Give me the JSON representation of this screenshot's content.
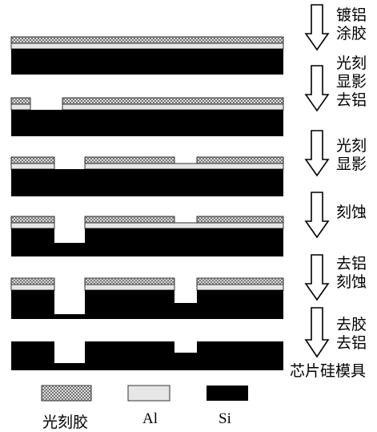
{
  "steps": [
    {
      "label_lines": [
        "镀铝",
        "涂胶"
      ]
    },
    {
      "label_lines": [
        "光刻",
        "显影",
        "去铝"
      ]
    },
    {
      "label_lines": [
        "光刻",
        "显影"
      ]
    },
    {
      "label_lines": [
        "刻蚀"
      ]
    },
    {
      "label_lines": [
        "去铝",
        "刻蚀"
      ]
    },
    {
      "label_lines": [
        "去胶",
        "去铝"
      ]
    }
  ],
  "final_label": "芯片硅模具",
  "legend": {
    "photoresist": "光刻胶",
    "al": "Al",
    "si": "Si"
  },
  "colors": {
    "si": "#000000",
    "al": "#e6e6e6",
    "resist_hatch": "#666666",
    "resist_bg": "#ffffff"
  }
}
